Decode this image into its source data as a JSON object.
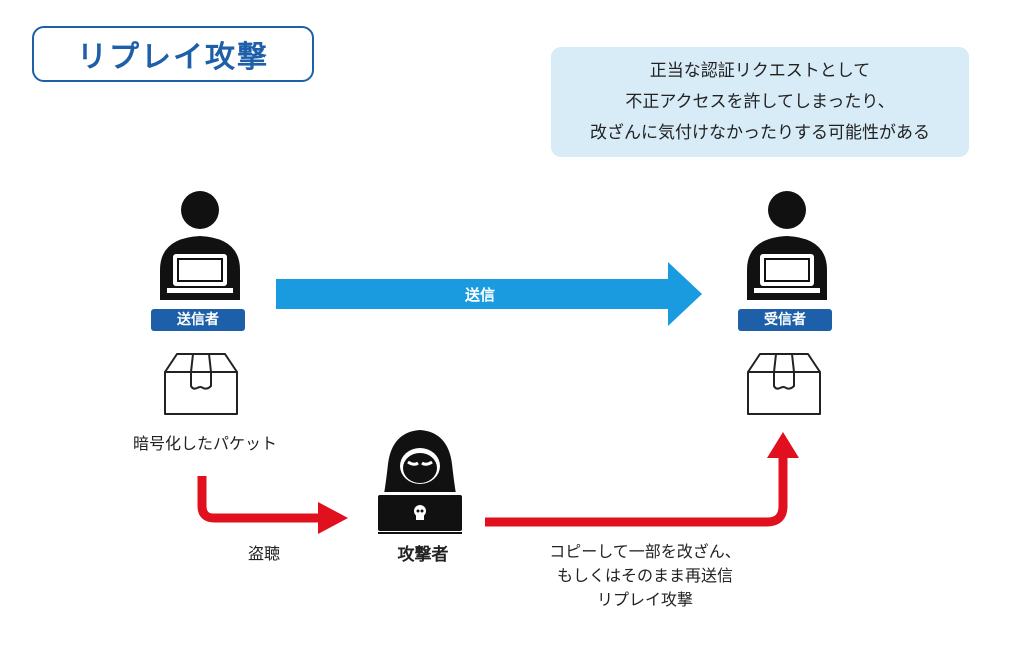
{
  "title": "リプレイ攻撃",
  "note": {
    "lines": [
      "正当な認証リクエストとして",
      "不正アクセスを許してしまったり、",
      "改ざんに気付けなかったりする可能性がある"
    ]
  },
  "sender": {
    "label": "送信者"
  },
  "receiver": {
    "label": "受信者"
  },
  "send_arrow": {
    "label": "送信"
  },
  "packet": {
    "label": "暗号化したパケット"
  },
  "eavesdrop": {
    "label": "盗聴"
  },
  "attacker": {
    "label": "攻撃者"
  },
  "attack_description": {
    "lines": [
      "コピーして一部を改ざん、",
      "もしくはそのまま再送信",
      "リプレイ攻撃"
    ]
  },
  "colors": {
    "accent_blue": "#1d5fa8",
    "send_arrow": "#1a9be0",
    "attack_arrow": "#e0101e",
    "note_bg": "#d8ecf7"
  }
}
